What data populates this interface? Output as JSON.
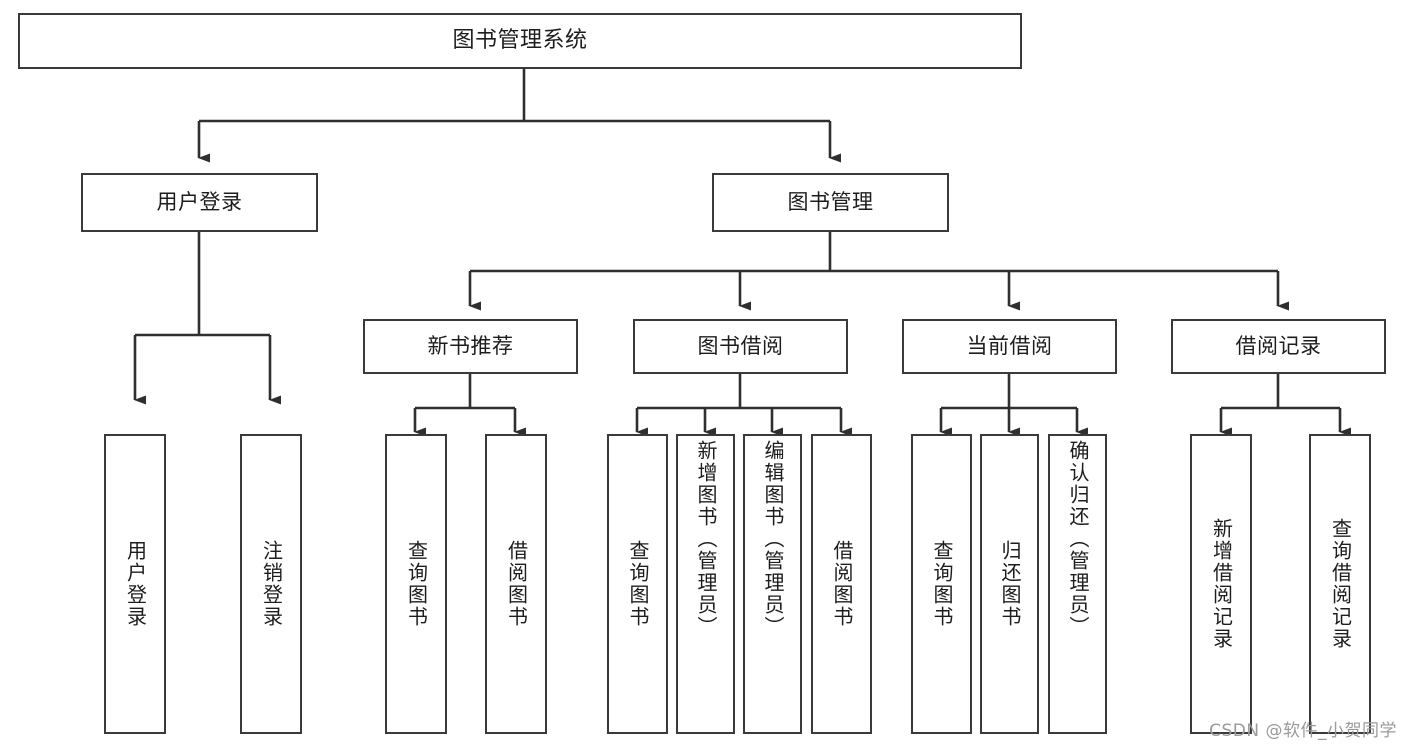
{
  "diagram": {
    "title": "图书管理系统",
    "type": "tree-hierarchy-chart",
    "orientation": "top-down",
    "colors": {
      "node_border": "#3a3a3a",
      "node_fill": "#ffffff",
      "edge": "#2f2f2f",
      "text": "#1d1d1d",
      "watermark": "#9a9a9a"
    }
  },
  "root": {
    "label": "图书管理系统"
  },
  "level1": [
    {
      "label": "用户登录"
    },
    {
      "label": "图书管理"
    }
  ],
  "level2": [
    {
      "label": "新书推荐"
    },
    {
      "label": "图书借阅"
    },
    {
      "label": "当前借阅"
    },
    {
      "label": "借阅记录"
    }
  ],
  "leaves": {
    "user_login": [
      {
        "label": "用户登录"
      },
      {
        "label": "注销登录"
      }
    ],
    "new_book": [
      {
        "label": "查询图书"
      },
      {
        "label": "借阅图书"
      }
    ],
    "borrow_book": [
      {
        "label": "查询图书"
      },
      {
        "label": "新增图书（管理员）"
      },
      {
        "label": "编辑图书（管理员）"
      },
      {
        "label": "借阅图书"
      }
    ],
    "current_borrow": [
      {
        "label": "查询图书"
      },
      {
        "label": "归还图书"
      },
      {
        "label": "确认归还（管理员）"
      }
    ],
    "borrow_record": [
      {
        "label": "新增借阅记录"
      },
      {
        "label": "查询借阅记录"
      }
    ]
  },
  "watermark": {
    "text": "CSDN @软件_小贺同学"
  }
}
